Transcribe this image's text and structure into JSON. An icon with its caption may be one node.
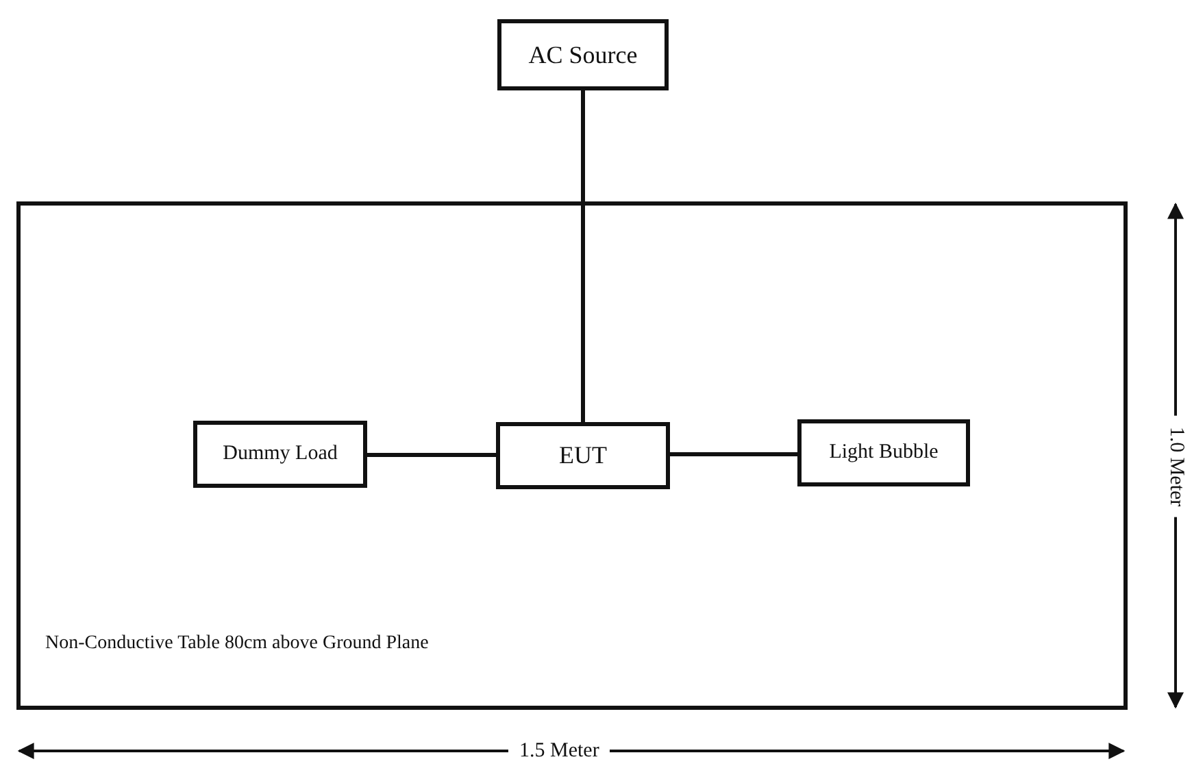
{
  "diagram": {
    "nodes": [
      {
        "text": [
          "AC Source"
        ]
      },
      {
        "text": [
          "Non-Conductive Table 80cm above Ground Plane"
        ]
      },
      {
        "text": [
          "Dummy Load"
        ],
        "in": 1
      },
      {
        "text": [
          "EUT"
        ],
        "in": 1
      },
      {
        "text": [
          "Light Bubble"
        ],
        "in": 1
      }
    ],
    "edges": [
      {
        "from": 0,
        "to": 3,
        "arrow": "none"
      },
      {
        "from": 2,
        "to": 3,
        "arrow": "none"
      },
      {
        "from": 3,
        "to": 4,
        "arrow": "none"
      }
    ],
    "labels": [
      "1.0 Meter",
      "1.5 Meter"
    ]
  }
}
